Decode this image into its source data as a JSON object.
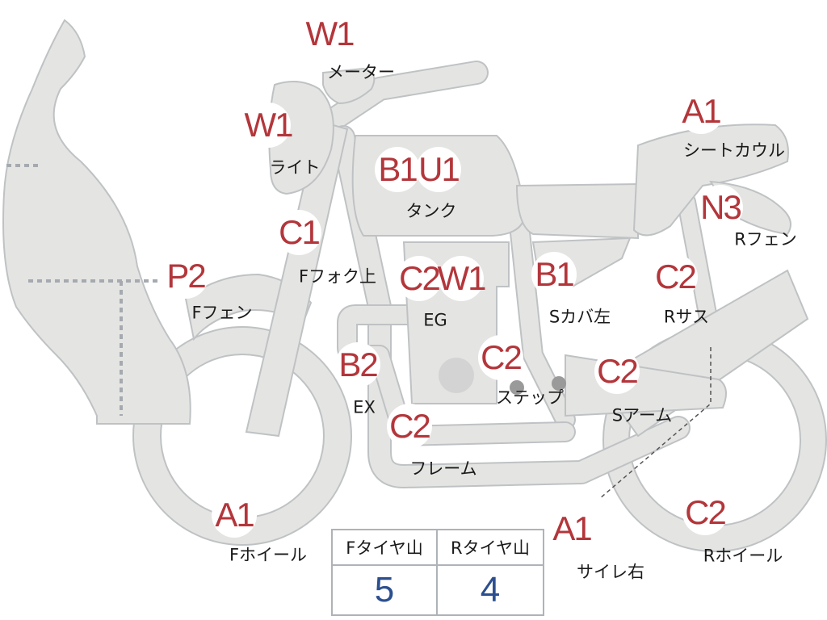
{
  "colors": {
    "part_fill": "#e4e4e2",
    "part_stroke": "#bfc2c4",
    "badge_text": "#b3363b",
    "table_value": "#2b4f8f"
  },
  "markers": [
    {
      "id": "meter",
      "badges": [
        "W1"
      ],
      "label": "メーター"
    },
    {
      "id": "light",
      "badges": [
        "W1"
      ],
      "label": "ライト"
    },
    {
      "id": "tank",
      "badges": [
        "B1",
        "U1"
      ],
      "label": "タンク"
    },
    {
      "id": "fork-upper",
      "badges": [
        "C1"
      ],
      "label": "Fフォク上"
    },
    {
      "id": "front-fender",
      "badges": [
        "P2"
      ],
      "label": "Fフェン"
    },
    {
      "id": "engine",
      "badges": [
        "C2",
        "W1"
      ],
      "label": "EG"
    },
    {
      "id": "side-cover-left",
      "badges": [
        "B1"
      ],
      "label": "Sカバ左"
    },
    {
      "id": "exhaust",
      "badges": [
        "B2"
      ],
      "label": "EX"
    },
    {
      "id": "step",
      "badges": [
        "C2"
      ],
      "label": "ステップ"
    },
    {
      "id": "frame",
      "badges": [
        "C2"
      ],
      "label": "フレーム"
    },
    {
      "id": "seat-cowl",
      "badges": [
        "A1"
      ],
      "label": "シートカウル"
    },
    {
      "id": "rear-fender",
      "badges": [
        "N3"
      ],
      "label": "Rフェン"
    },
    {
      "id": "rear-suspension",
      "badges": [
        "C2"
      ],
      "label": "Rサス"
    },
    {
      "id": "swing-arm",
      "badges": [
        "C2"
      ],
      "label": "Sアーム"
    },
    {
      "id": "front-wheel",
      "badges": [
        "A1"
      ],
      "label": "Fホイール"
    },
    {
      "id": "muffler-right",
      "badges": [
        "A1"
      ],
      "label": "サイレ右"
    },
    {
      "id": "rear-wheel",
      "badges": [
        "C2"
      ],
      "label": "Rホイール"
    }
  ],
  "tire_table": {
    "headers": [
      "Fタイヤ山",
      "Rタイヤ山"
    ],
    "values": [
      "5",
      "4"
    ]
  }
}
